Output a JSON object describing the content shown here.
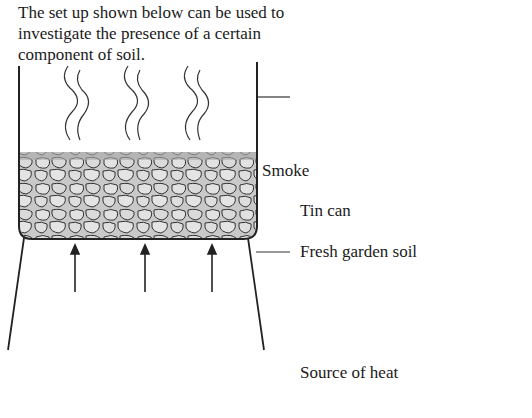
{
  "diagram": {
    "title": "The set up shown below can be used to investigate the presence of a certain component of soil.",
    "labels": [
      "Smoke",
      "Tin can",
      "Fresh garden soil",
      "Source of heat"
    ]
  }
}
